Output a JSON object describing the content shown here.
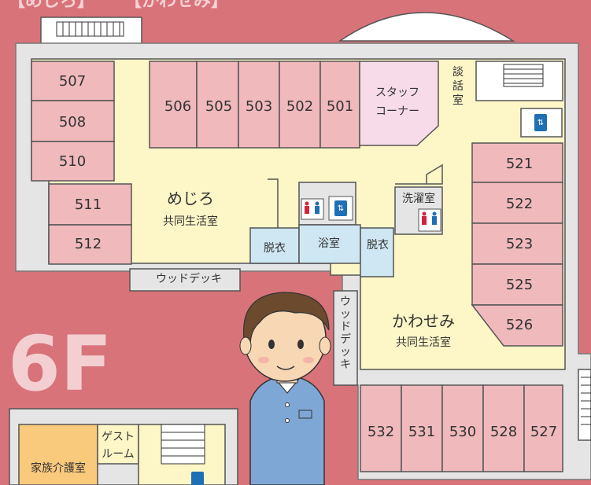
{
  "floor": "6F",
  "header_fragments": [
    "【めじろ】",
    "【かわせみ】"
  ],
  "rooms_left": [
    "507",
    "508",
    "510",
    "511",
    "512"
  ],
  "rooms_top": [
    "506",
    "505",
    "503",
    "502",
    "501"
  ],
  "rooms_right": [
    "521",
    "522",
    "523",
    "525",
    "526"
  ],
  "rooms_bottom": [
    "532",
    "531",
    "530",
    "528",
    "527"
  ],
  "areas": {
    "staff_corner": [
      "スタッフ",
      "コーナー"
    ],
    "danwa": [
      "談",
      "話",
      "室"
    ],
    "mejiro_name": "めじろ",
    "mejiro_sub": "共同生活室",
    "kawasemi_name": "かわせみ",
    "kawasemi_sub": "共同生活室",
    "laundry": "洗濯室",
    "bath": "浴室",
    "dressing_left": "脱衣",
    "dressing_right": "脱衣",
    "wood_deck_h": "ウッドデッキ",
    "wood_deck_v": [
      "ウ",
      "ッ",
      "ド",
      "デ",
      "ッ",
      "キ"
    ],
    "guest_room": [
      "ゲスト",
      "ルーム"
    ],
    "family_care": "家族介護室"
  },
  "icon_names": [
    "restroom-icon",
    "elevator-icon",
    "stairs-icon",
    "character-illustration"
  ],
  "colors": {
    "background": "#d9737a",
    "room_fill": "#f0b9bc",
    "common_fill": "#fdf6c7",
    "bath_fill": "#cfe7f3",
    "staff_fill": "#f8dbe8",
    "family_fill": "#f9c97c",
    "wall": "#8f8f8f",
    "outline": "#555555"
  }
}
